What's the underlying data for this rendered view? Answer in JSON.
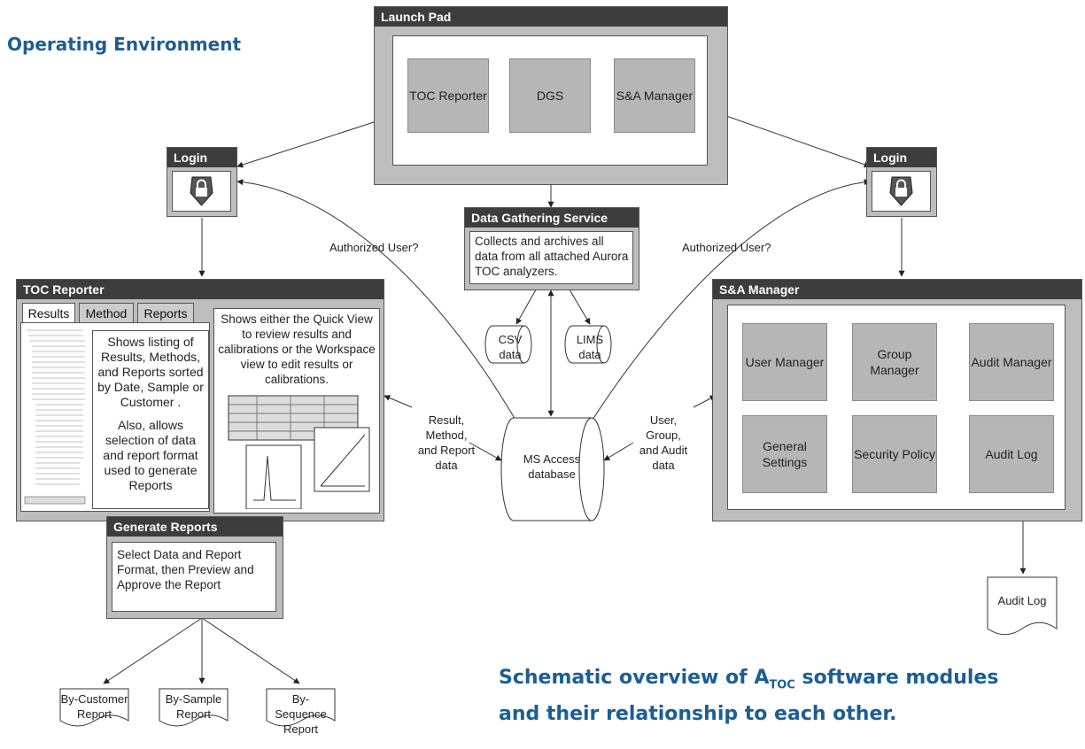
{
  "heading": "Operating Environment",
  "caption": {
    "line1_pre": "Schematic overview of A",
    "subscript": "TOC",
    "line1_post": " software modules",
    "line2": "and their relationship to each other."
  },
  "launch_pad": {
    "title": "Launch Pad",
    "buttons": [
      "TOC Reporter",
      "DGS",
      "S&A Manager"
    ]
  },
  "login_left": {
    "title": "Login"
  },
  "login_right": {
    "title": "Login"
  },
  "dgs": {
    "title": "Data Gathering Service",
    "text": "Collects and archives all data from all attached Aurora TOC analyzers."
  },
  "csv": "CSV data",
  "lims": "LIMS data",
  "ms_access": "MS Access database",
  "authorized_left": "Authorized User?",
  "authorized_right": "Authorized User?",
  "result_label": "Result, Method, and Report data",
  "user_label": "User, Group, and Audit data",
  "toc_reporter": {
    "title": "TOC Reporter",
    "tabs": [
      "Results",
      "Method",
      "Reports"
    ],
    "listing_text": "Shows listing of Results, Methods, and Reports sorted by Date, Sample or Customer .",
    "also_text": "Also, allows selection of data and report format used to generate Reports",
    "view_text": "Shows either the Quick View to review results and calibrations or  the Workspace view to edit results or calibrations."
  },
  "generate_reports": {
    "title": "Generate Reports",
    "text": "Select Data and Report Format, then Preview and Approve the Report"
  },
  "sa_manager": {
    "title": "S&A Manager",
    "buttons": [
      "User Manager",
      "Group Manager",
      "Audit Manager",
      "General Settings",
      "Security Policy",
      "Audit Log"
    ]
  },
  "audit_log_doc": "Audit Log",
  "reports": [
    "By-Customer Report",
    "By-Sample Report",
    "By-Sequence Report"
  ]
}
